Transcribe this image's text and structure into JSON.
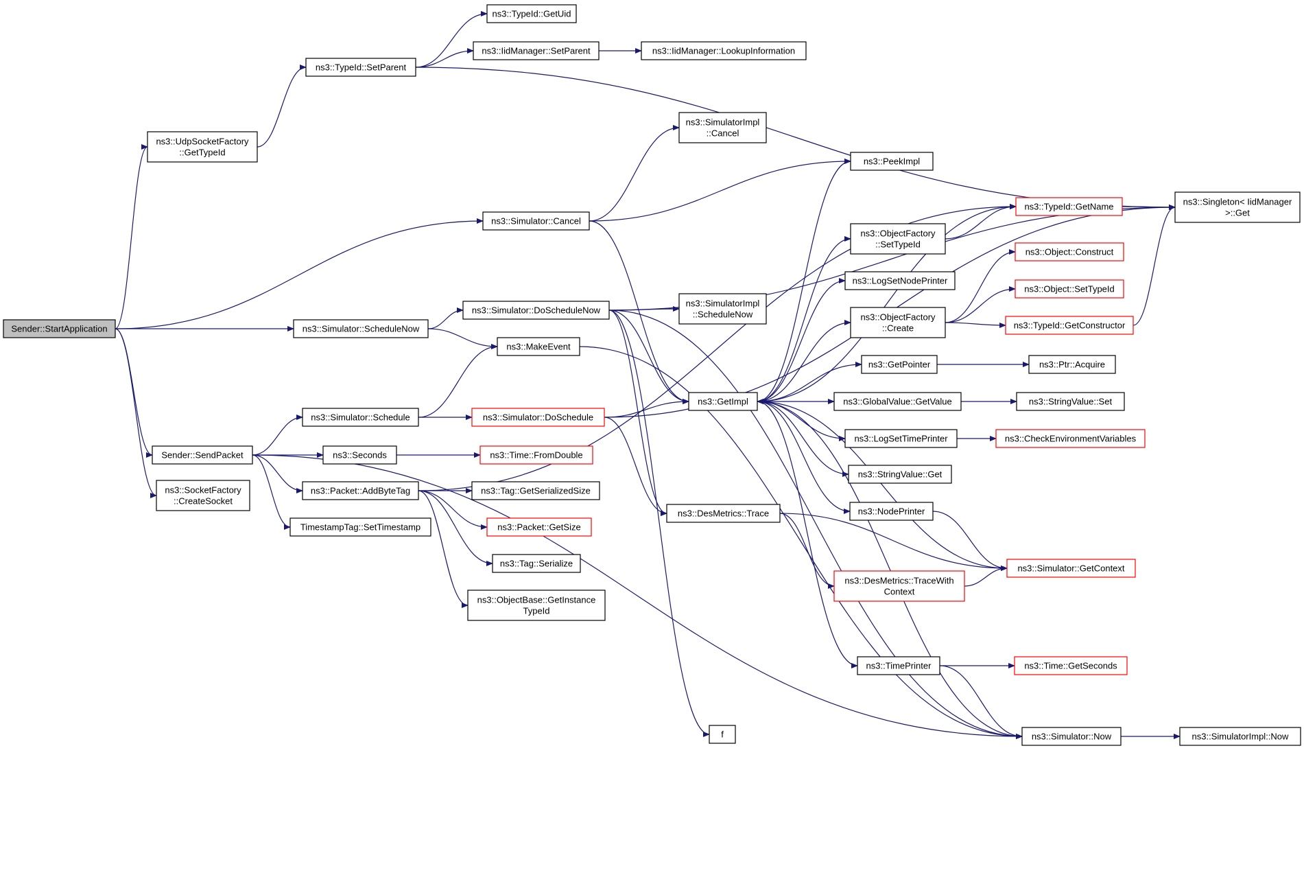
{
  "colors": {
    "edge": "#191970",
    "node_border": "#000000",
    "node_border_incomplete": "#ff0000",
    "root_fill": "#bfbfbf",
    "node_fill": "#ffffff"
  },
  "nodes": [
    {
      "id": "start",
      "lines": [
        "Sender::StartApplication"
      ],
      "root": true
    },
    {
      "id": "udp_gettypeid",
      "lines": [
        "ns3::UdpSocketFactory",
        "::GetTypeId"
      ]
    },
    {
      "id": "typeid_setparent",
      "lines": [
        "ns3::TypeId::SetParent"
      ]
    },
    {
      "id": "typeid_getuid",
      "lines": [
        "ns3::TypeId::GetUid"
      ]
    },
    {
      "id": "iid_setparent",
      "lines": [
        "ns3::IidManager::SetParent"
      ]
    },
    {
      "id": "iid_lookup",
      "lines": [
        "ns3::IidManager::LookupInformation"
      ]
    },
    {
      "id": "sim_cancel",
      "lines": [
        "ns3::Simulator::Cancel"
      ]
    },
    {
      "id": "simimpl_cancel",
      "lines": [
        "ns3::SimulatorImpl",
        "::Cancel"
      ]
    },
    {
      "id": "peekimpl",
      "lines": [
        "ns3::PeekImpl"
      ]
    },
    {
      "id": "singleton_get",
      "lines": [
        "ns3::Singleton< IidManager",
        " >::Get"
      ]
    },
    {
      "id": "typeid_getname",
      "lines": [
        "ns3::TypeId::GetName"
      ],
      "red": true
    },
    {
      "id": "objfactory_settypeid",
      "lines": [
        "ns3::ObjectFactory",
        "::SetTypeId"
      ]
    },
    {
      "id": "logsetnodeprinter",
      "lines": [
        "ns3::LogSetNodePrinter"
      ]
    },
    {
      "id": "object_construct",
      "lines": [
        "ns3::Object::Construct"
      ],
      "red": true
    },
    {
      "id": "object_settypeid",
      "lines": [
        "ns3::Object::SetTypeId"
      ],
      "red": true
    },
    {
      "id": "objfactory_create",
      "lines": [
        "ns3::ObjectFactory",
        "::Create"
      ]
    },
    {
      "id": "typeid_getconstructor",
      "lines": [
        "ns3::TypeId::GetConstructor"
      ],
      "red": true
    },
    {
      "id": "sim_schedulenow",
      "lines": [
        "ns3::Simulator::ScheduleNow"
      ]
    },
    {
      "id": "sim_doschedulenow",
      "lines": [
        "ns3::Simulator::DoScheduleNow"
      ]
    },
    {
      "id": "simimpl_schedulenow",
      "lines": [
        "ns3::SimulatorImpl",
        "::ScheduleNow"
      ]
    },
    {
      "id": "makeevent",
      "lines": [
        "ns3::MakeEvent"
      ]
    },
    {
      "id": "getpointer",
      "lines": [
        "ns3::GetPointer"
      ]
    },
    {
      "id": "ptr_acquire",
      "lines": [
        "ns3::Ptr::Acquire"
      ]
    },
    {
      "id": "sim_schedule",
      "lines": [
        "ns3::Simulator::Schedule"
      ]
    },
    {
      "id": "sim_doschedule",
      "lines": [
        "ns3::Simulator::DoSchedule"
      ],
      "red": true
    },
    {
      "id": "getimpl",
      "lines": [
        "ns3::GetImpl"
      ]
    },
    {
      "id": "globalvalue_getvalue",
      "lines": [
        "ns3::GlobalValue::GetValue"
      ]
    },
    {
      "id": "stringvalue_set",
      "lines": [
        "ns3::StringValue::Set"
      ]
    },
    {
      "id": "sendpacket",
      "lines": [
        "Sender::SendPacket"
      ]
    },
    {
      "id": "seconds",
      "lines": [
        "ns3::Seconds"
      ]
    },
    {
      "id": "time_fromdouble",
      "lines": [
        "ns3::Time::FromDouble"
      ],
      "red": true
    },
    {
      "id": "logsettimeprinter",
      "lines": [
        "ns3::LogSetTimePrinter"
      ]
    },
    {
      "id": "checkenv",
      "lines": [
        "ns3::CheckEnvironmentVariables"
      ],
      "red": true
    },
    {
      "id": "stringvalue_get",
      "lines": [
        "ns3::StringValue::Get"
      ]
    },
    {
      "id": "socketfactory_createsocket",
      "lines": [
        "ns3::SocketFactory",
        "::CreateSocket"
      ]
    },
    {
      "id": "packet_addbytetag",
      "lines": [
        "ns3::Packet::AddByteTag"
      ]
    },
    {
      "id": "tag_getserializedsize",
      "lines": [
        "ns3::Tag::GetSerializedSize"
      ]
    },
    {
      "id": "timestamptag_settimestamp",
      "lines": [
        "TimestampTag::SetTimestamp"
      ]
    },
    {
      "id": "packet_getsize",
      "lines": [
        "ns3::Packet::GetSize"
      ],
      "red": true
    },
    {
      "id": "nodeprinter",
      "lines": [
        "ns3::NodePrinter"
      ]
    },
    {
      "id": "desmetrics_trace",
      "lines": [
        "ns3::DesMetrics::Trace"
      ]
    },
    {
      "id": "sim_getcontext",
      "lines": [
        "ns3::Simulator::GetContext"
      ],
      "red": true
    },
    {
      "id": "tag_serialize",
      "lines": [
        "ns3::Tag::Serialize"
      ]
    },
    {
      "id": "desmetrics_tracewithcontext",
      "lines": [
        "ns3::DesMetrics::TraceWith",
        "Context"
      ],
      "red": true
    },
    {
      "id": "objectbase_getinstancetypeid",
      "lines": [
        "ns3::ObjectBase::GetInstance",
        "TypeId"
      ]
    },
    {
      "id": "timeprinter",
      "lines": [
        "ns3::TimePrinter"
      ]
    },
    {
      "id": "time_getseconds",
      "lines": [
        "ns3::Time::GetSeconds"
      ],
      "red": true
    },
    {
      "id": "f",
      "lines": [
        "f"
      ]
    },
    {
      "id": "sim_now",
      "lines": [
        "ns3::Simulator::Now"
      ]
    },
    {
      "id": "simimpl_now",
      "lines": [
        "ns3::SimulatorImpl::Now"
      ]
    }
  ],
  "edges": [
    {
      "from": "start",
      "to": "udp_gettypeid"
    },
    {
      "from": "start",
      "to": "sim_cancel"
    },
    {
      "from": "start",
      "to": "sim_schedulenow"
    },
    {
      "from": "start",
      "to": "sendpacket"
    },
    {
      "from": "start",
      "to": "socketfactory_createsocket"
    },
    {
      "from": "udp_gettypeid",
      "to": "typeid_setparent"
    },
    {
      "from": "typeid_setparent",
      "to": "typeid_getuid"
    },
    {
      "from": "typeid_setparent",
      "to": "iid_setparent"
    },
    {
      "from": "typeid_setparent",
      "to": "singleton_get"
    },
    {
      "from": "iid_setparent",
      "to": "iid_lookup"
    },
    {
      "from": "sim_cancel",
      "to": "simimpl_cancel"
    },
    {
      "from": "sim_cancel",
      "to": "peekimpl"
    },
    {
      "from": "sim_cancel",
      "to": "getimpl"
    },
    {
      "from": "sim_schedulenow",
      "to": "sim_doschedulenow"
    },
    {
      "from": "sim_schedulenow",
      "to": "makeevent"
    },
    {
      "from": "sim_doschedulenow",
      "to": "simimpl_schedulenow"
    },
    {
      "from": "sim_doschedulenow",
      "to": "singleton_get"
    },
    {
      "from": "sim_doschedulenow",
      "to": "getimpl"
    },
    {
      "from": "sim_doschedulenow",
      "to": "desmetrics_trace"
    },
    {
      "from": "sim_doschedulenow",
      "to": "f"
    },
    {
      "from": "sim_doschedulenow",
      "to": "sim_now"
    },
    {
      "from": "makeevent",
      "to": "sim_now"
    },
    {
      "from": "sendpacket",
      "to": "sim_schedule"
    },
    {
      "from": "sendpacket",
      "to": "seconds"
    },
    {
      "from": "sendpacket",
      "to": "packet_addbytetag"
    },
    {
      "from": "sendpacket",
      "to": "timestamptag_settimestamp"
    },
    {
      "from": "sendpacket",
      "to": "sim_now"
    },
    {
      "from": "sim_schedule",
      "to": "makeevent"
    },
    {
      "from": "sim_schedule",
      "to": "sim_doschedule"
    },
    {
      "from": "sim_doschedule",
      "to": "getimpl"
    },
    {
      "from": "sim_doschedule",
      "to": "desmetrics_trace"
    },
    {
      "from": "sim_doschedule",
      "to": "singleton_get"
    },
    {
      "from": "seconds",
      "to": "time_fromdouble"
    },
    {
      "from": "packet_addbytetag",
      "to": "tag_getserializedsize"
    },
    {
      "from": "packet_addbytetag",
      "to": "packet_getsize"
    },
    {
      "from": "packet_addbytetag",
      "to": "tag_serialize"
    },
    {
      "from": "packet_addbytetag",
      "to": "objectbase_getinstancetypeid"
    },
    {
      "from": "packet_addbytetag",
      "to": "typeid_getname"
    },
    {
      "from": "getimpl",
      "to": "peekimpl"
    },
    {
      "from": "getimpl",
      "to": "objfactory_settypeid"
    },
    {
      "from": "getimpl",
      "to": "logsetnodeprinter"
    },
    {
      "from": "getimpl",
      "to": "objfactory_create"
    },
    {
      "from": "getimpl",
      "to": "getpointer"
    },
    {
      "from": "getimpl",
      "to": "globalvalue_getvalue"
    },
    {
      "from": "getimpl",
      "to": "logsettimeprinter"
    },
    {
      "from": "getimpl",
      "to": "stringvalue_get"
    },
    {
      "from": "getimpl",
      "to": "nodeprinter"
    },
    {
      "from": "getimpl",
      "to": "timeprinter"
    },
    {
      "from": "getimpl",
      "to": "typeid_getname"
    },
    {
      "from": "objfactory_settypeid",
      "to": "typeid_getname"
    },
    {
      "from": "typeid_getname",
      "to": "singleton_get"
    },
    {
      "from": "objfactory_create",
      "to": "object_construct"
    },
    {
      "from": "objfactory_create",
      "to": "object_settypeid"
    },
    {
      "from": "objfactory_create",
      "to": "typeid_getconstructor"
    },
    {
      "from": "typeid_getconstructor",
      "to": "singleton_get"
    },
    {
      "from": "getpointer",
      "to": "ptr_acquire"
    },
    {
      "from": "globalvalue_getvalue",
      "to": "stringvalue_set"
    },
    {
      "from": "logsettimeprinter",
      "to": "checkenv"
    },
    {
      "from": "nodeprinter",
      "to": "sim_getcontext"
    },
    {
      "from": "sim_getcontext",
      "to": "getimpl"
    },
    {
      "from": "desmetrics_trace",
      "to": "desmetrics_tracewithcontext"
    },
    {
      "from": "desmetrics_trace",
      "to": "sim_getcontext"
    },
    {
      "from": "desmetrics_tracewithcontext",
      "to": "sim_getcontext"
    },
    {
      "from": "timeprinter",
      "to": "time_getseconds"
    },
    {
      "from": "timeprinter",
      "to": "sim_now"
    },
    {
      "from": "sim_now",
      "to": "getimpl"
    },
    {
      "from": "sim_now",
      "to": "simimpl_now"
    }
  ]
}
